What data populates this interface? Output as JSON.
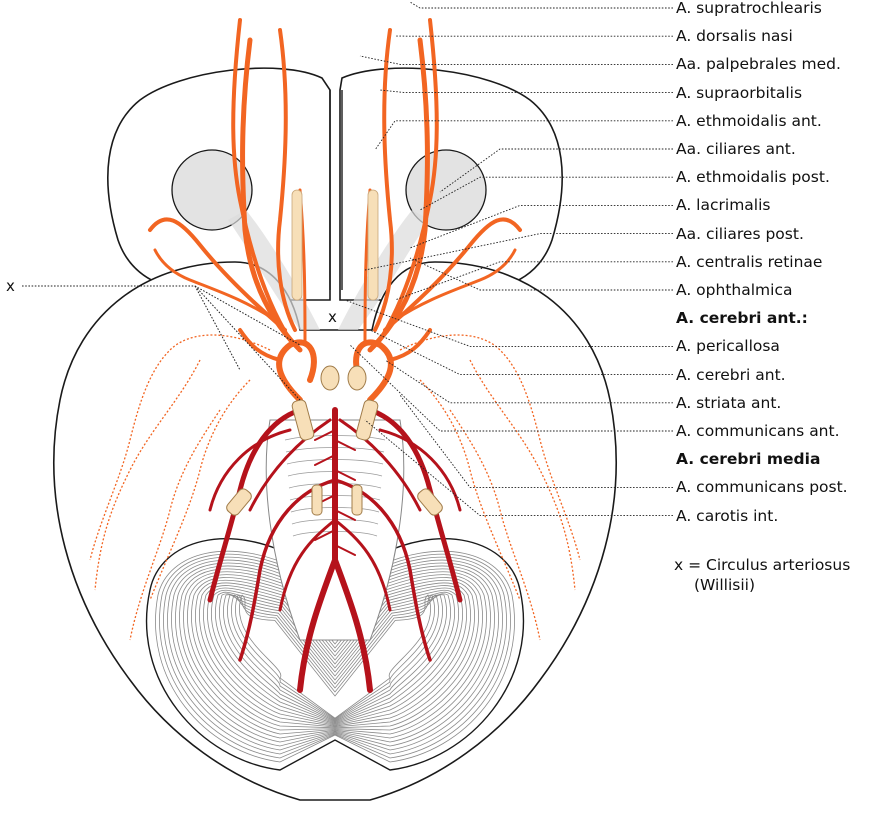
{
  "labels": [
    {
      "text": "A. supratrochlearis",
      "bold": false
    },
    {
      "text": "A. dorsalis nasi",
      "bold": false
    },
    {
      "text": "Aa. palpebrales med.",
      "bold": false
    },
    {
      "text": "A. supraorbitalis",
      "bold": false
    },
    {
      "text": "A. ethmoidalis ant.",
      "bold": false
    },
    {
      "text": "Aa. ciliares ant.",
      "bold": false
    },
    {
      "text": "A. ethmoidalis post.",
      "bold": false
    },
    {
      "text": "A. lacrimalis",
      "bold": false
    },
    {
      "text": "Aa. ciliares post.",
      "bold": false
    },
    {
      "text": "A. centralis retinae",
      "bold": false
    },
    {
      "text": "A. ophthalmica",
      "bold": false
    },
    {
      "text": "A. cerebri ant.:",
      "bold": true
    },
    {
      "text": "A. pericallosa",
      "bold": false
    },
    {
      "text": "A. cerebri ant.",
      "bold": false
    },
    {
      "text": "A. striata ant.",
      "bold": false
    },
    {
      "text": "A. communicans ant.",
      "bold": false
    },
    {
      "text": "A. cerebri media",
      "bold": true
    },
    {
      "text": "A. communicans post.",
      "bold": false
    },
    {
      "text": "A. carotis int.",
      "bold": false
    }
  ],
  "legend": {
    "marker": "x",
    "line1": "x = Circulus arteriosus",
    "line2": "(Willisii)"
  },
  "colors": {
    "orange_artery": "#f26522",
    "red_artery": "#b5121b",
    "carotis": "#f7dfb8",
    "eyeball": "#e3e3e3",
    "outline": "#1a1a1a"
  }
}
